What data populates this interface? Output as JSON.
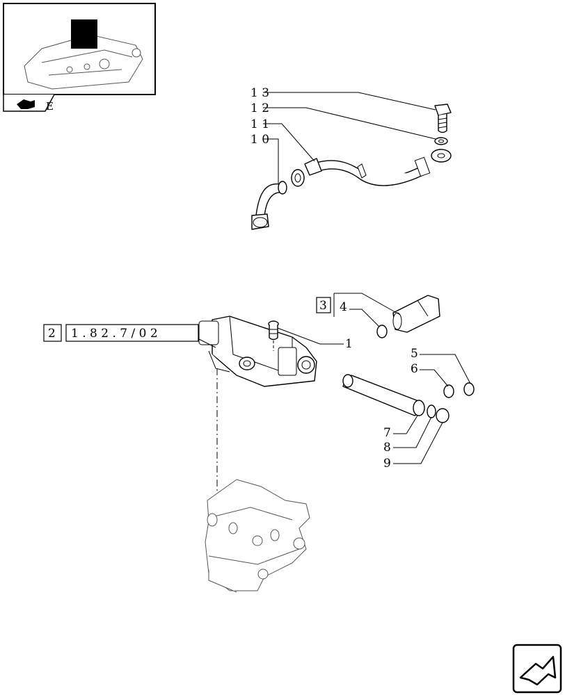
{
  "callouts": {
    "c1": "1",
    "c4": "4",
    "c5": "5",
    "c6": "6",
    "c7": "7",
    "c8": "8",
    "c9": "9",
    "c10": "1 0",
    "c11": "1 1",
    "c12": "1 2",
    "c13": "1 3"
  },
  "refs": {
    "box3": "3",
    "box2": "2",
    "ref_code": "1 . 8 2 . 7 / 0 2"
  },
  "nav": {
    "corner_letter": "E"
  }
}
